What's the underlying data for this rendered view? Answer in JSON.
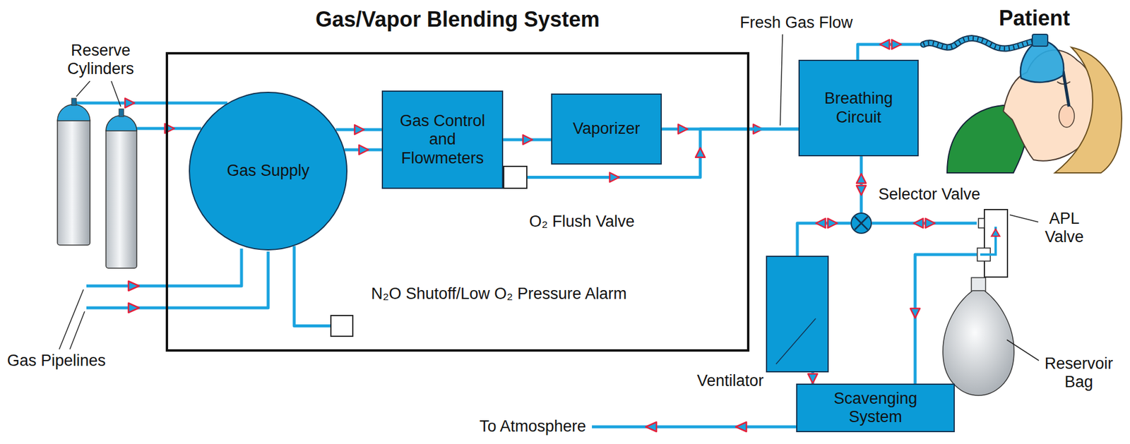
{
  "diagram": {
    "nodes": [
      {
        "text": [
          "Reserve Cylinders"
        ]
      },
      {
        "text": [
          "Gas/Vapor Blending System"
        ]
      },
      {
        "text": [
          "Gas Supply"
        ],
        "in": 1
      },
      {
        "text": [
          "Gas Control and Flowmeters"
        ],
        "in": 1
      },
      {
        "text": [
          "Vaporizer"
        ],
        "in": 1
      },
      {
        "text": [
          "O₂ Flush Valve"
        ],
        "in": 1
      },
      {
        "text": [
          "N₂O Shutoff/Low O₂ Pressure Alarm"
        ],
        "in": 1
      },
      {
        "text": [
          "Breathing Circuit"
        ]
      },
      {
        "text": [
          "Patient"
        ]
      },
      {
        "text": [
          "Selector Valve"
        ]
      },
      {
        "text": [
          "Ventilator"
        ]
      },
      {
        "text": [
          "APL Valve"
        ]
      },
      {
        "text": [
          "Reservoir Bag"
        ]
      },
      {
        "text": [
          "Scavenging System"
        ]
      }
    ],
    "edges": [
      {
        "from": 0,
        "to": 2,
        "arrow": "to"
      },
      {
        "from": 0,
        "to": 2,
        "arrow": "to"
      },
      {
        "from": 2,
        "to": 3,
        "arrow": "to"
      },
      {
        "from": 2,
        "to": 3,
        "arrow": "to"
      },
      {
        "from": 3,
        "to": 4,
        "arrow": "to"
      },
      {
        "from": 4,
        "to": 7,
        "label": "Fresh Gas Flow",
        "arrow": "to"
      },
      {
        "from": 5,
        "to": 7,
        "arrow": "to"
      },
      {
        "from": 2,
        "to": 6,
        "arrow": "none"
      },
      {
        "from": 7,
        "to": 8,
        "arrow": "both"
      },
      {
        "from": 7,
        "to": 9,
        "arrow": "both"
      },
      {
        "from": 9,
        "to": 10,
        "arrow": "both"
      },
      {
        "from": 9,
        "to": 11,
        "arrow": "both"
      },
      {
        "from": 11,
        "to": 13,
        "arrow": "to"
      },
      {
        "from": 10,
        "to": 13,
        "arrow": "to"
      }
    ],
    "labels": [
      "Gas Pipelines",
      "To Atmosphere"
    ]
  }
}
